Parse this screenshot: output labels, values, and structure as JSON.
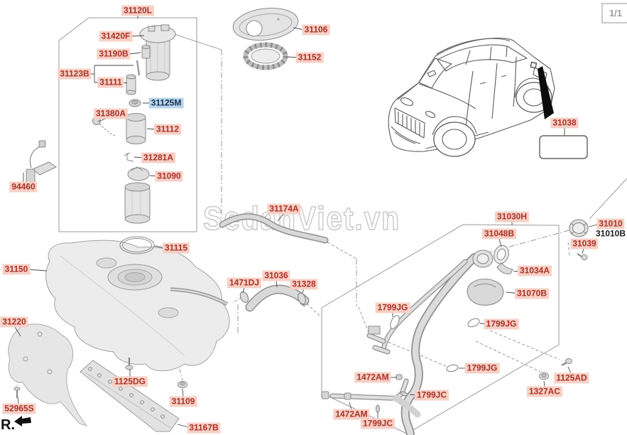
{
  "page_indicator": "1/1",
  "watermark": "SedanViet.vn",
  "direction_marker": "R.",
  "colors": {
    "label_bg": "#f7d0c6",
    "label_text": "#a93226",
    "highlight_bg": "#b9d5ec",
    "highlight_text": "#16324f",
    "line_art": "#8a8a8a",
    "callout_wedge": "#0c0c0c"
  },
  "groups": {
    "fuel_pump_assembly_box": "31120L",
    "filler_neck_assembly_box": "31030H"
  },
  "labels": [
    {
      "text": "31120L"
    },
    {
      "text": "31420F"
    },
    {
      "text": "31190B"
    },
    {
      "text": "31123B"
    },
    {
      "text": "31111"
    },
    {
      "text": "31125M"
    },
    {
      "text": "31380A"
    },
    {
      "text": "31112"
    },
    {
      "text": "31281A"
    },
    {
      "text": "31090"
    },
    {
      "text": "31106"
    },
    {
      "text": "31152"
    },
    {
      "text": "31038"
    },
    {
      "text": "94460"
    },
    {
      "text": "31174A"
    },
    {
      "text": "31115"
    },
    {
      "text": "31150"
    },
    {
      "text": "31220"
    },
    {
      "text": "52965S"
    },
    {
      "text": "1125DG"
    },
    {
      "text": "31109"
    },
    {
      "text": "31167B"
    },
    {
      "text": "1471DJ"
    },
    {
      "text": "31036"
    },
    {
      "text": "31328"
    },
    {
      "text": "31030H"
    },
    {
      "text": "31048B"
    },
    {
      "text": "31010"
    },
    {
      "text": "31010B"
    },
    {
      "text": "31039"
    },
    {
      "text": "31034A"
    },
    {
      "text": "31070B"
    },
    {
      "text": "1799JG"
    },
    {
      "text": "1799JG"
    },
    {
      "text": "1799JG"
    },
    {
      "text": "1472AM"
    },
    {
      "text": "1799JC"
    },
    {
      "text": "1472AM"
    },
    {
      "text": "1799JC"
    },
    {
      "text": "1125AD"
    },
    {
      "text": "1327AC"
    }
  ]
}
